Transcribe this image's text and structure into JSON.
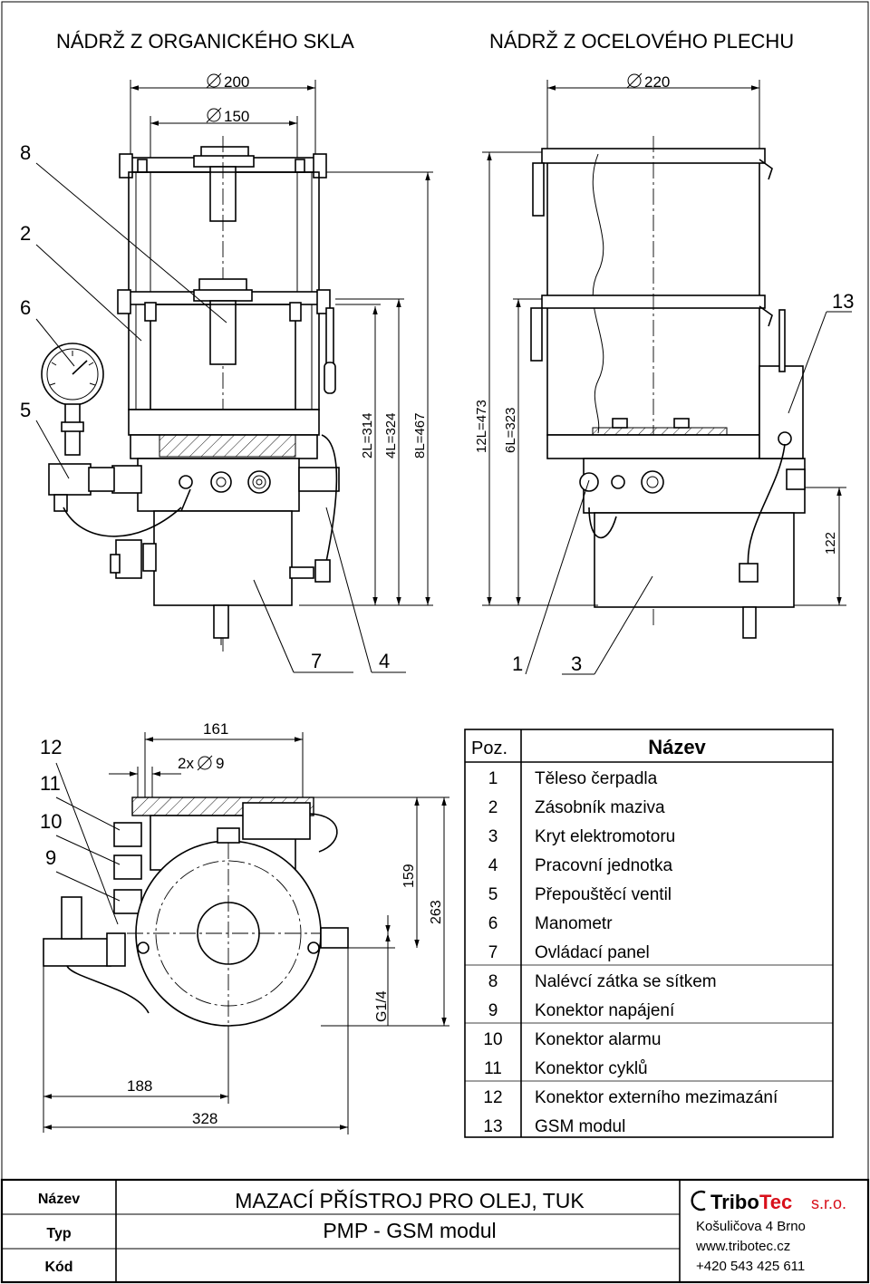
{
  "headings": {
    "left": "NÁDRŽ Z ORGANICKÉHO SKLA",
    "right": "NÁDRŽ Z OCELOVÉHO PLECHU"
  },
  "dimensions": {
    "d200": "200",
    "d150": "150",
    "d220": "220",
    "h_2l": "2L=314",
    "h_4l": "4L=324",
    "h_8l": "8L=467",
    "h_12l": "12L=473",
    "h_6l": "6L=323",
    "h_122": "122",
    "w_161": "161",
    "holes": "2x",
    "holes_d": "9",
    "h_159": "159",
    "h_263": "263",
    "thread": "G1/4",
    "w_188": "188",
    "w_328": "328"
  },
  "callouts": {
    "c8": "8",
    "c2": "2",
    "c6": "6",
    "c5": "5",
    "c13": "13",
    "c7": "7",
    "c4": "4",
    "c1": "1",
    "c3": "3",
    "c12": "12",
    "c11": "11",
    "c10": "10",
    "c9": "9"
  },
  "parts_table": {
    "header_pos": "Poz.",
    "header_name": "Název",
    "rows": [
      {
        "pos": "1",
        "name": "Těleso čerpadla"
      },
      {
        "pos": "2",
        "name": "Zásobník maziva"
      },
      {
        "pos": "3",
        "name": "Kryt elektromotoru"
      },
      {
        "pos": "4",
        "name": "Pracovní jednotka"
      },
      {
        "pos": "5",
        "name": "Přepouštěcí ventil"
      },
      {
        "pos": "6",
        "name": "Manometr"
      },
      {
        "pos": "7",
        "name": "Ovládací panel"
      },
      {
        "pos": "8",
        "name": "Nalévcí zátka se sítkem"
      },
      {
        "pos": "9",
        "name": "Konektor napájení"
      },
      {
        "pos": "10",
        "name": "Konektor alarmu"
      },
      {
        "pos": "11",
        "name": "Konektor cyklů"
      },
      {
        "pos": "12",
        "name": "Konektor externího mezimazání"
      },
      {
        "pos": "13",
        "name": "GSM modul"
      }
    ]
  },
  "title_block": {
    "label_name": "Název",
    "label_type": "Typ",
    "label_code": "Kód",
    "name_value": "MAZACÍ PŘÍSTROJ PRO OLEJ, TUK",
    "type_value": "PMP - GSM modul",
    "code_value": "",
    "company_brand_a": "Tribo",
    "company_brand_b": "Tec",
    "company_suffix": "s.r.o.",
    "address": "Košuličova 4 Brno",
    "web": "www.tribotec.cz",
    "phone": "+420 543 425 611"
  },
  "colors": {
    "ink": "#000000",
    "brand_red": "#d8101b",
    "paper": "#ffffff"
  }
}
